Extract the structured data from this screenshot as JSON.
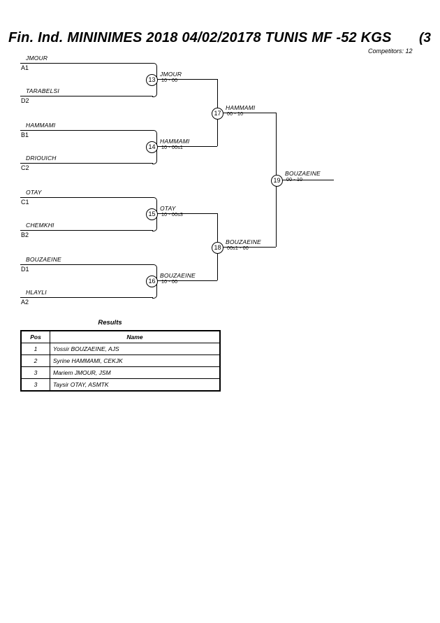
{
  "header": {
    "title": "Fin. Ind. MININIMES 2018  04/02/20178  TUNIS   MF -52 KGS",
    "title_cut_glyph": "(3",
    "competitors": "Competitors: 12"
  },
  "bracket": {
    "round1": [
      {
        "name": "JMOUR",
        "seed": "A1"
      },
      {
        "name": "TARABELSI",
        "seed": "D2"
      },
      {
        "name": "HAMMAMI",
        "seed": "B1"
      },
      {
        "name": "DRIOUICH",
        "seed": "C2"
      },
      {
        "name": "OTAY",
        "seed": "C1"
      },
      {
        "name": "CHEMKHI",
        "seed": "B2"
      },
      {
        "name": "BOUZAEINE",
        "seed": "D1"
      },
      {
        "name": "HLAYLI",
        "seed": "A2"
      }
    ],
    "matches": [
      {
        "number": "13",
        "winner": "JMOUR",
        "score": "10 - 00"
      },
      {
        "number": "14",
        "winner": "HAMMAMI",
        "score": "10 - 00s1"
      },
      {
        "number": "15",
        "winner": "OTAY",
        "score": "10 - 00s3"
      },
      {
        "number": "16",
        "winner": "BOUZAEINE",
        "score": "10 - 00"
      },
      {
        "number": "17",
        "winner": "HAMMAMI",
        "score": "00 - 10"
      },
      {
        "number": "18",
        "winner": "BOUZAEINE",
        "score": "00s1 - 00"
      },
      {
        "number": "19",
        "winner": "BOUZAEINE",
        "score": "00 - 10"
      }
    ]
  },
  "results": {
    "title": "Results",
    "columns": {
      "pos": "Pos",
      "name": "Name"
    },
    "rows": [
      {
        "pos": "1",
        "name": "Yossir BOUZAEINE, AJS"
      },
      {
        "pos": "2",
        "name": "Syrine HAMMAMI, CEKJK"
      },
      {
        "pos": "3",
        "name": "Mariem JMOUR, JSM"
      },
      {
        "pos": "3",
        "name": "Taysir OTAY, ASMTK"
      }
    ]
  }
}
